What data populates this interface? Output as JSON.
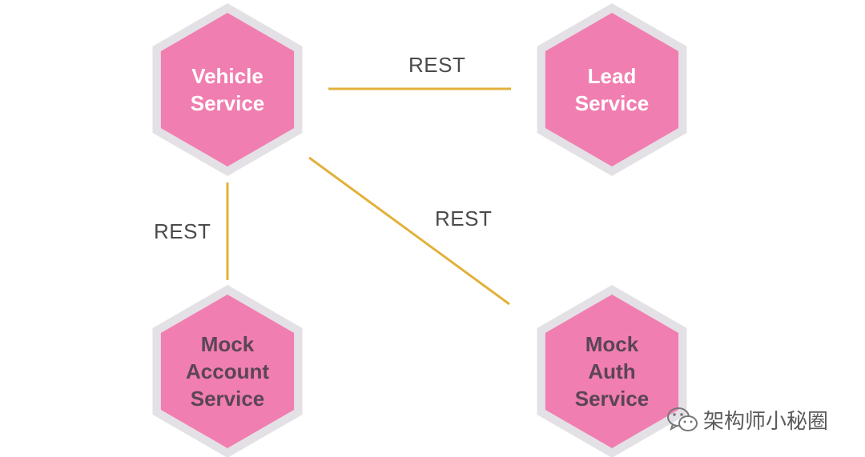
{
  "colors": {
    "hex_fill": "#f17eb0",
    "hex_border": "#e4e1e6",
    "edge": "#e2b13a",
    "text_light": "#ffffff",
    "text_dark": "#5a4556"
  },
  "nodes": [
    {
      "id": "vehicle",
      "label": "Vehicle\nService",
      "text_style": "light"
    },
    {
      "id": "lead",
      "label": "Lead\nService",
      "text_style": "light"
    },
    {
      "id": "mock_account",
      "label": "Mock\nAccount\nService",
      "text_style": "dark"
    },
    {
      "id": "mock_auth",
      "label": "Mock\nAuth\nService",
      "text_style": "dark"
    }
  ],
  "edges": [
    {
      "from": "vehicle",
      "to": "lead",
      "label": "REST"
    },
    {
      "from": "vehicle",
      "to": "mock_account",
      "label": "REST"
    },
    {
      "from": "vehicle",
      "to": "mock_auth",
      "label": "REST"
    }
  ],
  "watermark": {
    "icon": "wechat-icon",
    "text": "架构师小秘圈"
  }
}
